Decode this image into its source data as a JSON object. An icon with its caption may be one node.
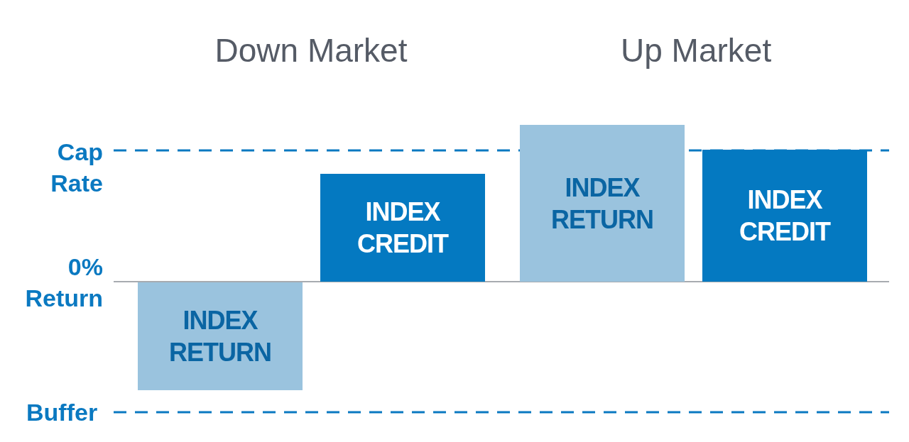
{
  "diagram": {
    "nodes": [
      {
        "text": [
          "INDEX RETURN"
        ]
      },
      {
        "text": [
          "INDEX CREDIT"
        ]
      },
      {
        "text": [
          "INDEX RETURN"
        ]
      },
      {
        "text": [
          "INDEX CREDIT"
        ]
      }
    ],
    "edges": [],
    "labels": [
      "Down Market",
      "Up Market",
      "Cap Rate",
      "0% Return",
      "Buffer"
    ]
  }
}
